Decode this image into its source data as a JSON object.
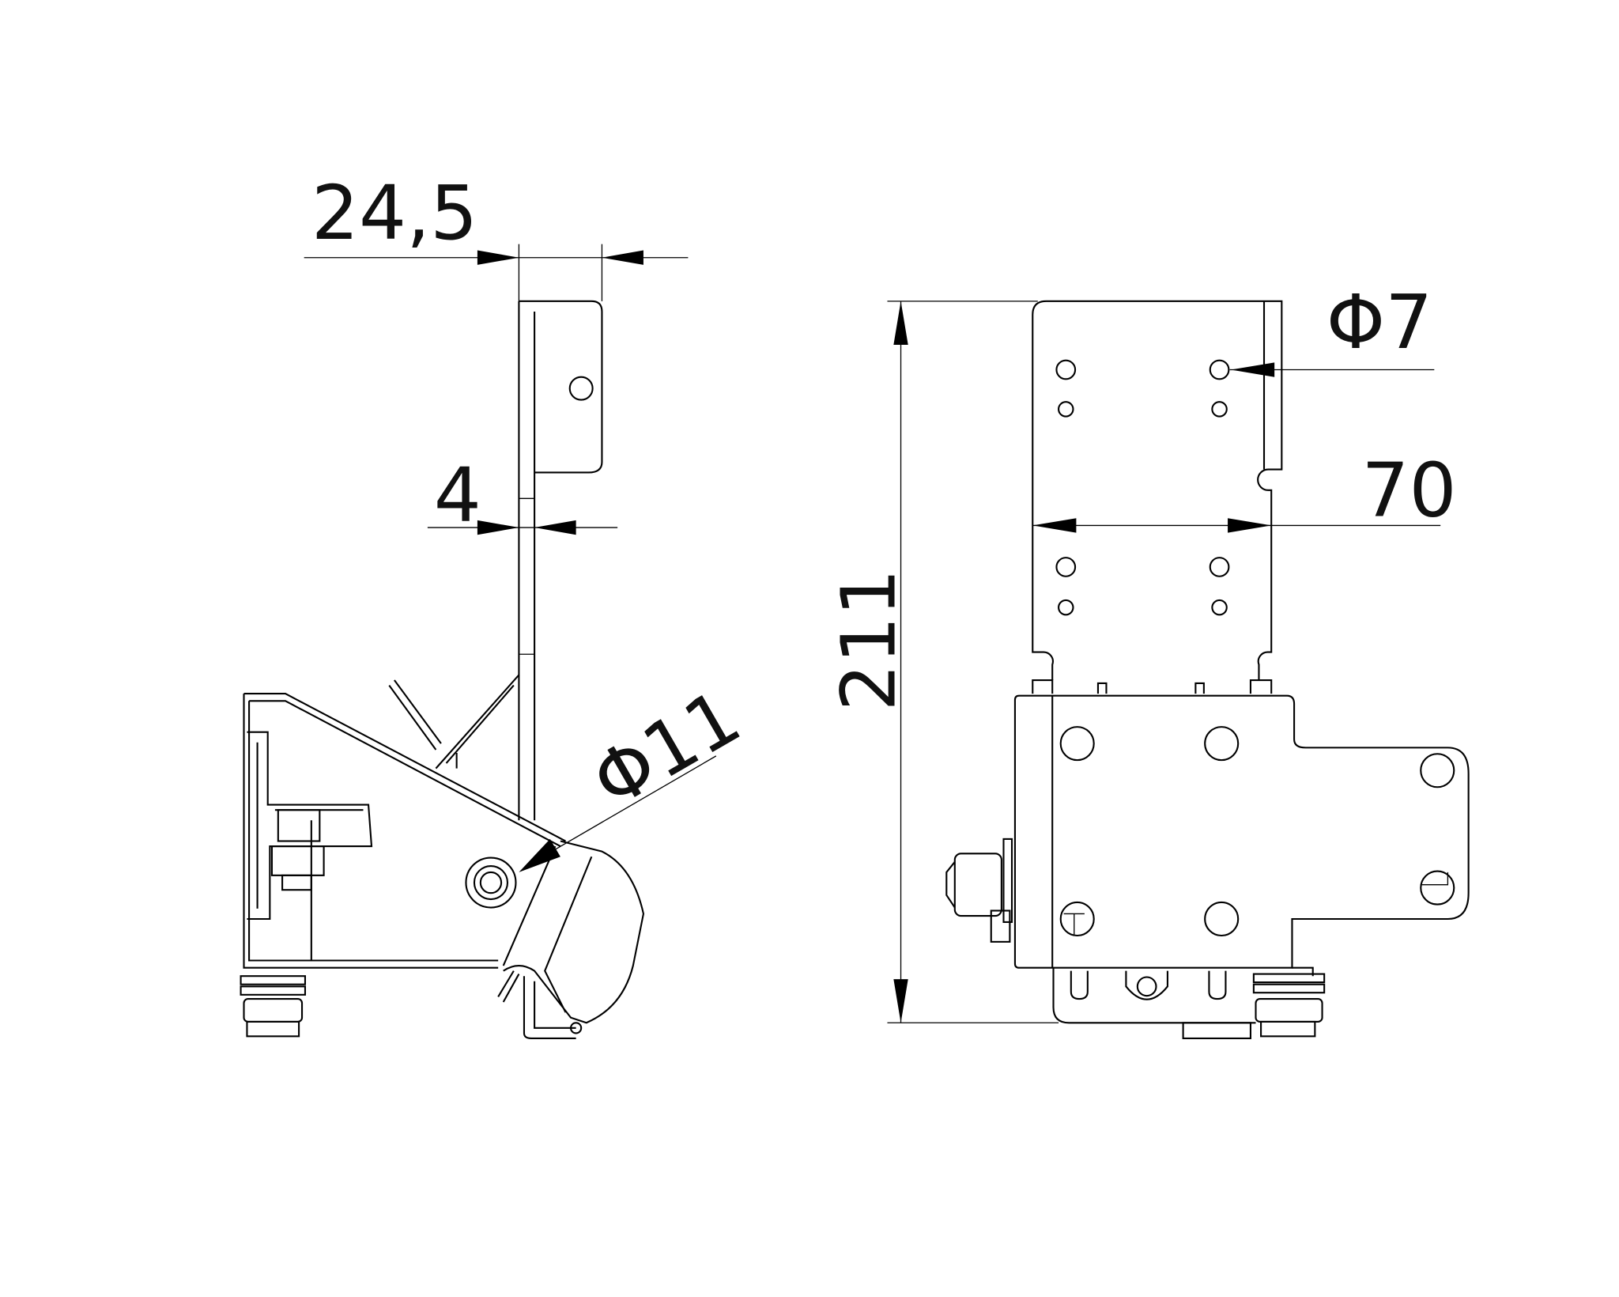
{
  "drawing": {
    "colors": {
      "line": "#000000",
      "background": "#ffffff"
    },
    "side_view": {
      "dim_width": "24,5",
      "dim_thickness": "4",
      "dim_hole_diameter": "Φ11"
    },
    "front_view": {
      "dim_height": "211",
      "dim_hole_diameter": "Φ7",
      "dim_hole_spacing": "70"
    }
  }
}
